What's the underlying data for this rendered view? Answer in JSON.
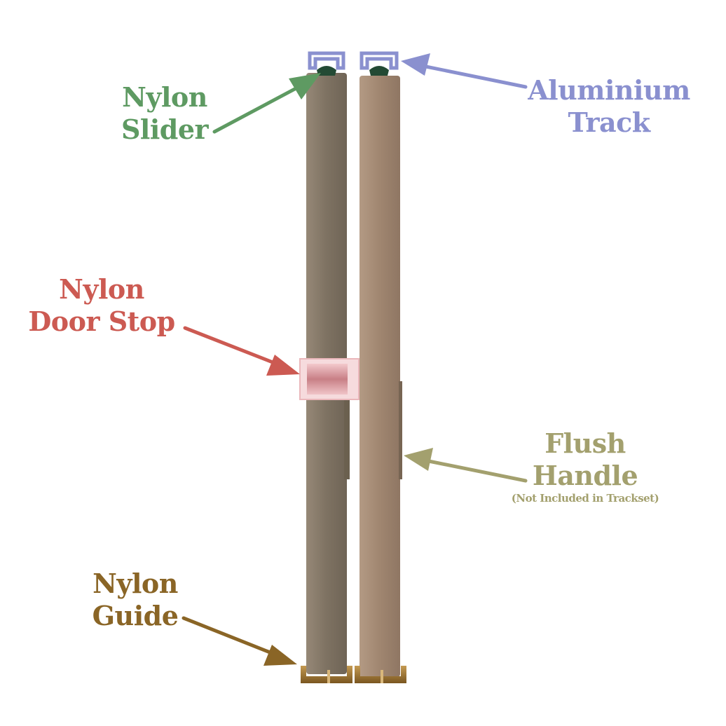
{
  "colors": {
    "slider": "#5e9a62",
    "track": "#8a90cf",
    "door_stop": "#cc5a52",
    "handle": "#a3a06e",
    "guide": "#8a6526",
    "door_left": "#857866",
    "door_right": "#a08670"
  },
  "labels": {
    "nylon_slider": {
      "line1": "Nylon",
      "line2": "Slider"
    },
    "aluminium_track": {
      "line1": "Aluminium",
      "line2": "Track"
    },
    "nylon_door_stop": {
      "line1": "Nylon",
      "line2": "Door Stop"
    },
    "flush_handle": {
      "line1": "Flush",
      "line2": "Handle",
      "note": "(Not Included in Trackset)"
    },
    "nylon_guide": {
      "line1": "Nylon",
      "line2": "Guide"
    }
  }
}
